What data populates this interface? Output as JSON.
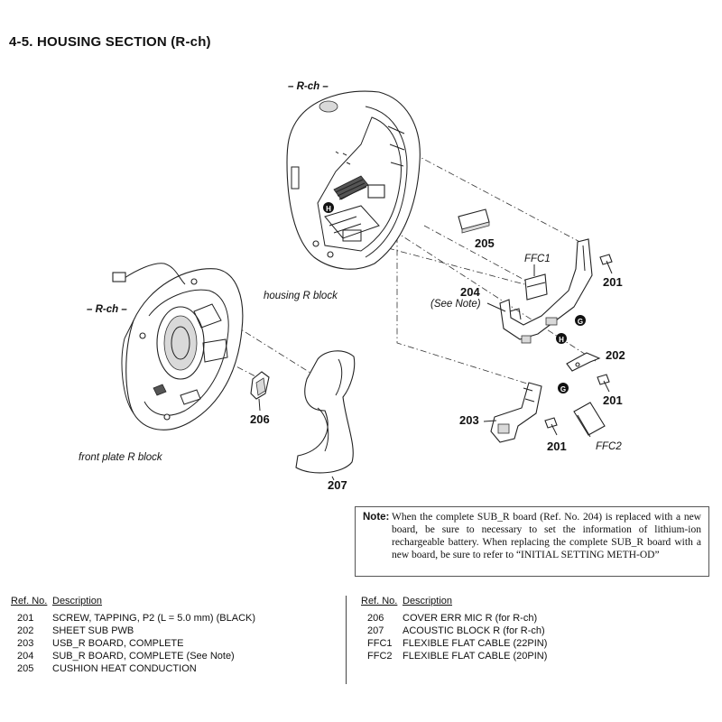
{
  "section_title": "4-5.    HOUSING  SECTION (R-ch)",
  "labels": {
    "rch_top": "– R-ch –",
    "rch_left": "– R-ch –",
    "housing_block": "housing R block",
    "front_plate_block": "front plate R block",
    "ffc1": "FFC1",
    "ffc2": "FFC2",
    "see_note": "(See Note)",
    "p201_a": "201",
    "p201_b": "201",
    "p201_c": "201",
    "p202": "202",
    "p203": "203",
    "p204": "204",
    "p205": "205",
    "p206": "206",
    "p207": "207",
    "marker_h_1": "H",
    "marker_h_2": "H",
    "marker_g_1": "G",
    "marker_g_2": "G"
  },
  "note": {
    "label": "Note:",
    "text": "When the complete SUB_R board (Ref. No. 204) is replaced with a new board, be sure to necessary to set the information of lithium-ion rechargeable battery. When replacing the complete SUB_R board with a new board, be sure to refer to “INITIAL SETTING METH-OD”"
  },
  "parts_header": {
    "ref": "Ref. No.",
    "desc": "Description"
  },
  "parts_left": [
    {
      "ref": "201",
      "desc": "SCREW, TAPPING, P2 (L = 5.0 mm) (BLACK)"
    },
    {
      "ref": "202",
      "desc": "SHEET SUB PWB"
    },
    {
      "ref": "203",
      "desc": "USB_R BOARD, COMPLETE"
    },
    {
      "ref": "204",
      "desc": "SUB_R BOARD, COMPLETE (See Note)"
    },
    {
      "ref": "205",
      "desc": "CUSHION HEAT CONDUCTION"
    }
  ],
  "parts_right": [
    {
      "ref": "206",
      "desc": "COVER ERR MIC R (for R-ch)"
    },
    {
      "ref": "207",
      "desc": "ACOUSTIC BLOCK R (for R-ch)"
    },
    {
      "ref": "FFC1",
      "desc": "FLEXIBLE FLAT CABLE (22PIN)"
    },
    {
      "ref": "FFC2",
      "desc": "FLEXIBLE FLAT CABLE (20PIN)"
    }
  ]
}
